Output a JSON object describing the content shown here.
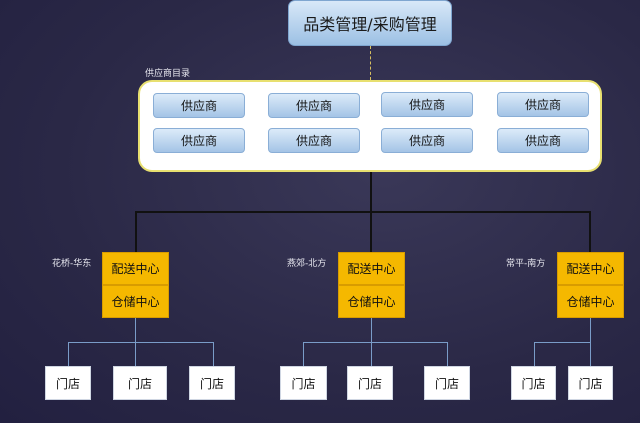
{
  "top_box": "品类管理/采购管理",
  "supplier_dir_label": "供应商目录",
  "suppliers": [
    "供应商",
    "供应商",
    "供应商",
    "供应商",
    "供应商",
    "供应商",
    "供应商",
    "供应商"
  ],
  "regions": [
    {
      "name": "花桥-华东",
      "distribution": "配送中心",
      "warehouse": "仓储中心",
      "stores": [
        "门店",
        "门店",
        "门店"
      ]
    },
    {
      "name": "燕郊-北方",
      "distribution": "配送中心",
      "warehouse": "仓储中心",
      "stores": [
        "门店",
        "门店",
        "门店"
      ]
    },
    {
      "name": "常平-南方",
      "distribution": "配送中心",
      "warehouse": "仓储中心",
      "stores": [
        "门店",
        "门店"
      ]
    }
  ]
}
